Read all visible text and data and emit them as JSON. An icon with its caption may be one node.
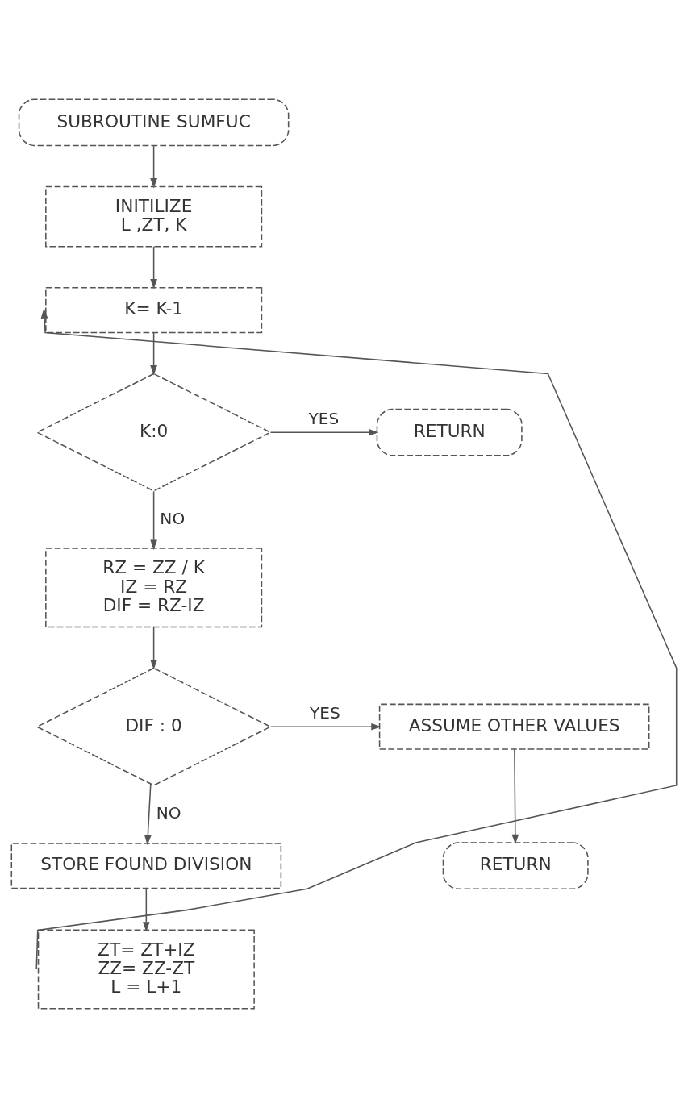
{
  "diagram": {
    "nodes": [
      {
        "text": [
          "SUBROUTINE SUMFUC"
        ]
      },
      {
        "text": [
          "INITILIZE",
          "L ,ZT, K"
        ]
      },
      {
        "text": [
          "K= K-1"
        ]
      },
      {
        "text": [
          "K:0"
        ]
      },
      {
        "text": [
          "RETURN"
        ]
      },
      {
        "text": [
          "RZ = ZZ / K",
          "IZ = RZ",
          "DIF = RZ-IZ"
        ]
      },
      {
        "text": [
          "DIF : 0"
        ]
      },
      {
        "text": [
          "ASSUME OTHER VALUES"
        ]
      },
      {
        "text": [
          "RETURN"
        ]
      },
      {
        "text": [
          "STORE FOUND DIVISION"
        ]
      },
      {
        "text": [
          "ZT= ZT+IZ",
          "ZZ= ZZ-ZT",
          "L = L+1"
        ]
      }
    ],
    "edges": [
      {
        "from": 0,
        "to": 1,
        "arrow": "to"
      },
      {
        "from": 1,
        "to": 2,
        "arrow": "to"
      },
      {
        "from": 2,
        "to": 3,
        "arrow": "to"
      },
      {
        "from": 3,
        "to": 4,
        "label": "YES",
        "arrow": "to"
      },
      {
        "from": 3,
        "to": 5,
        "label": "NO",
        "arrow": "to"
      },
      {
        "from": 5,
        "to": 6,
        "arrow": "to"
      },
      {
        "from": 6,
        "to": 7,
        "label": "YES",
        "arrow": "to"
      },
      {
        "from": 7,
        "to": 8,
        "arrow": "to"
      },
      {
        "from": 6,
        "to": 9,
        "label": "NO",
        "arrow": "to"
      },
      {
        "from": 9,
        "to": 10,
        "arrow": "to"
      },
      {
        "from": 10,
        "to": 2,
        "arrow": "to"
      }
    ]
  }
}
